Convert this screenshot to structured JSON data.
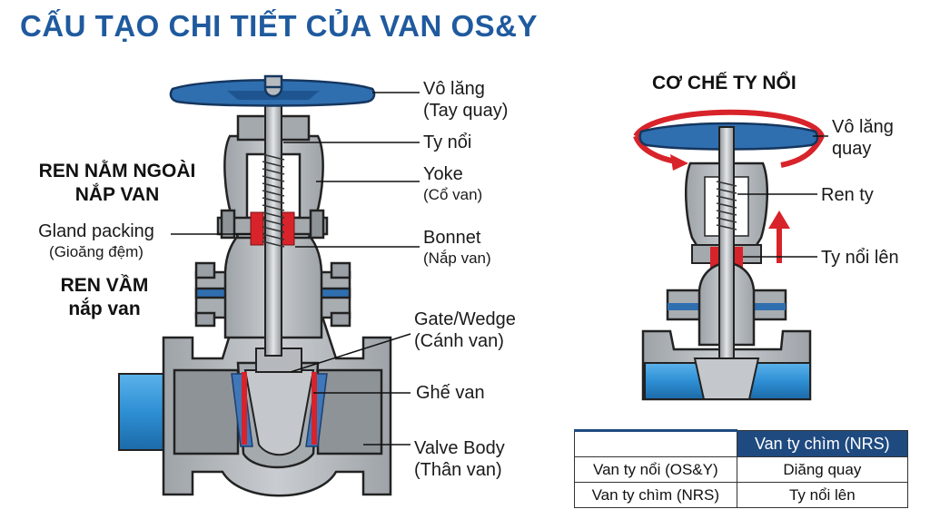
{
  "title": "CẤU TẠO CHI TIẾT CỦA VAN OS&Y",
  "left_labels": {
    "ren_nam_ngoai_1": "REN NẰM NGOÀI",
    "ren_nam_ngoai_2": "NẮP VAN",
    "gland_packing": "Gland packing",
    "gland_packing_vi": "(Gioăng đệm)",
    "ren_vam_1": "REN VẦM",
    "ren_vam_2": "nắp van"
  },
  "right_labels": {
    "handwheel": "Vô lăng",
    "handwheel_vi": "(Tay quay)",
    "stem": "Ty nổi",
    "yoke": "Yoke",
    "yoke_vi": "(Cổ van)",
    "bonnet": "Bonnet",
    "bonnet_vi": "(Nắp van)",
    "gate": "Gate/Wedge",
    "gate_vi": "(Cánh van)",
    "seat": "Ghế van",
    "body": "Valve Body",
    "body_vi": "(Thân van)"
  },
  "mechanism": {
    "title": "CƠ CHẾ TY NỔI",
    "handwheel_1": "Vô lăng",
    "handwheel_2": "quay",
    "thread": "Ren ty",
    "rising": "Ty nổi lên"
  },
  "table": {
    "header": [
      "",
      "Van ty chìm (NRS)"
    ],
    "rows": [
      [
        "Van ty nổi (OS&Y)",
        "Diăng quay"
      ],
      [
        "Van ty chìm (NRS)",
        "Ty nổi lên"
      ]
    ]
  },
  "colors": {
    "title_blue": "#1f5a9e",
    "wheel_blue": "#2f6fb0",
    "body_gray": "#b7bbbf",
    "pipe_blue": "#2e8fd4",
    "accent_red": "#d8232a",
    "table_header": "#1f4a80"
  }
}
